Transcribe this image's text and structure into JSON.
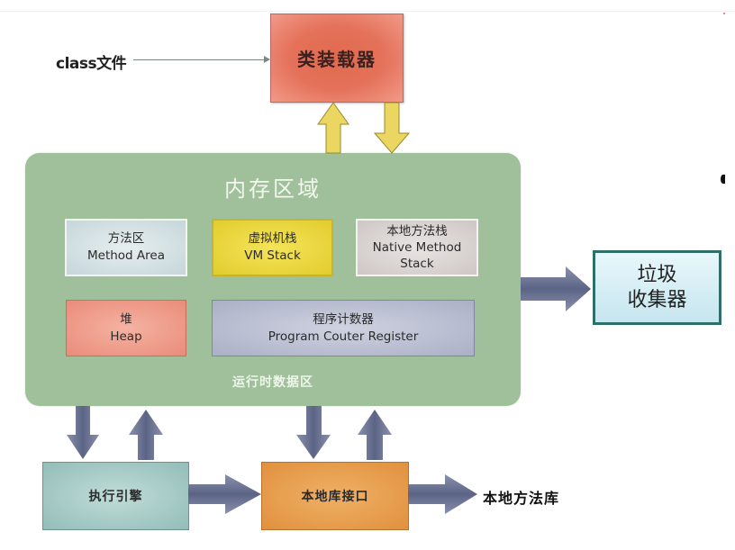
{
  "diagram": {
    "title": "JVM 架构图",
    "input": {
      "label": "class文件"
    },
    "class_loader": {
      "label": "类装载器",
      "color": "#e4715a"
    },
    "memory_area": {
      "title": "内存区域",
      "footer": "运行时数据区",
      "color": "#9fc09a",
      "regions": {
        "method_area": {
          "zh": "方法区",
          "en": "Method Area",
          "color": "#c6d6da"
        },
        "vm_stack": {
          "zh": "虚拟机栈",
          "en": "VM Stack",
          "color": "#e2cc2e"
        },
        "native_method_stack": {
          "zh": "本地方法栈",
          "en_line1": "Native Method",
          "en_line2": "Stack",
          "color": "#cdc6c4"
        },
        "heap": {
          "zh": "堆",
          "en": "Heap",
          "color": "#ea8c7a"
        },
        "program_counter": {
          "zh": "程序计数器",
          "en": "Program Couter Register",
          "color": "#aab0c6"
        }
      }
    },
    "garbage_collector": {
      "line1": "垃圾",
      "line2": "收集器",
      "color": "#c6e6ef",
      "border_color": "#2f6f6a"
    },
    "execution_engine": {
      "label": "执行引擎",
      "color": "#93bdb8"
    },
    "native_interface": {
      "label": "本地库接口",
      "color": "#e0913e"
    },
    "native_library": {
      "label": "本地方法库"
    },
    "arrow_colors": {
      "loader": "#e8d45a",
      "flow": "#5f6788"
    },
    "connections": [
      {
        "from": "class文件",
        "to": "类装载器"
      },
      {
        "from": "运行时数据区",
        "to": "类装载器"
      },
      {
        "from": "类装载器",
        "to": "运行时数据区"
      },
      {
        "from": "运行时数据区",
        "to": "垃圾收集器"
      },
      {
        "from": "运行时数据区",
        "to": "执行引擎"
      },
      {
        "from": "执行引擎",
        "to": "运行时数据区"
      },
      {
        "from": "运行时数据区",
        "to": "本地库接口"
      },
      {
        "from": "本地库接口",
        "to": "运行时数据区"
      },
      {
        "from": "执行引擎",
        "to": "本地库接口"
      },
      {
        "from": "本地库接口",
        "to": "本地方法库"
      }
    ]
  }
}
